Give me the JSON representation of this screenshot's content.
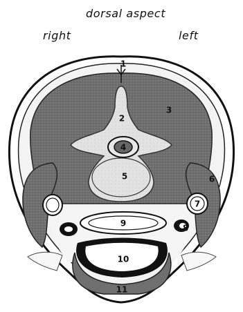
{
  "orientation": {
    "top": "dorsal aspect",
    "right": "right",
    "left": "left"
  },
  "structures": [
    "1",
    "2",
    "3",
    "4",
    "5",
    "6",
    "7",
    "8",
    "9",
    "10",
    "11"
  ]
}
